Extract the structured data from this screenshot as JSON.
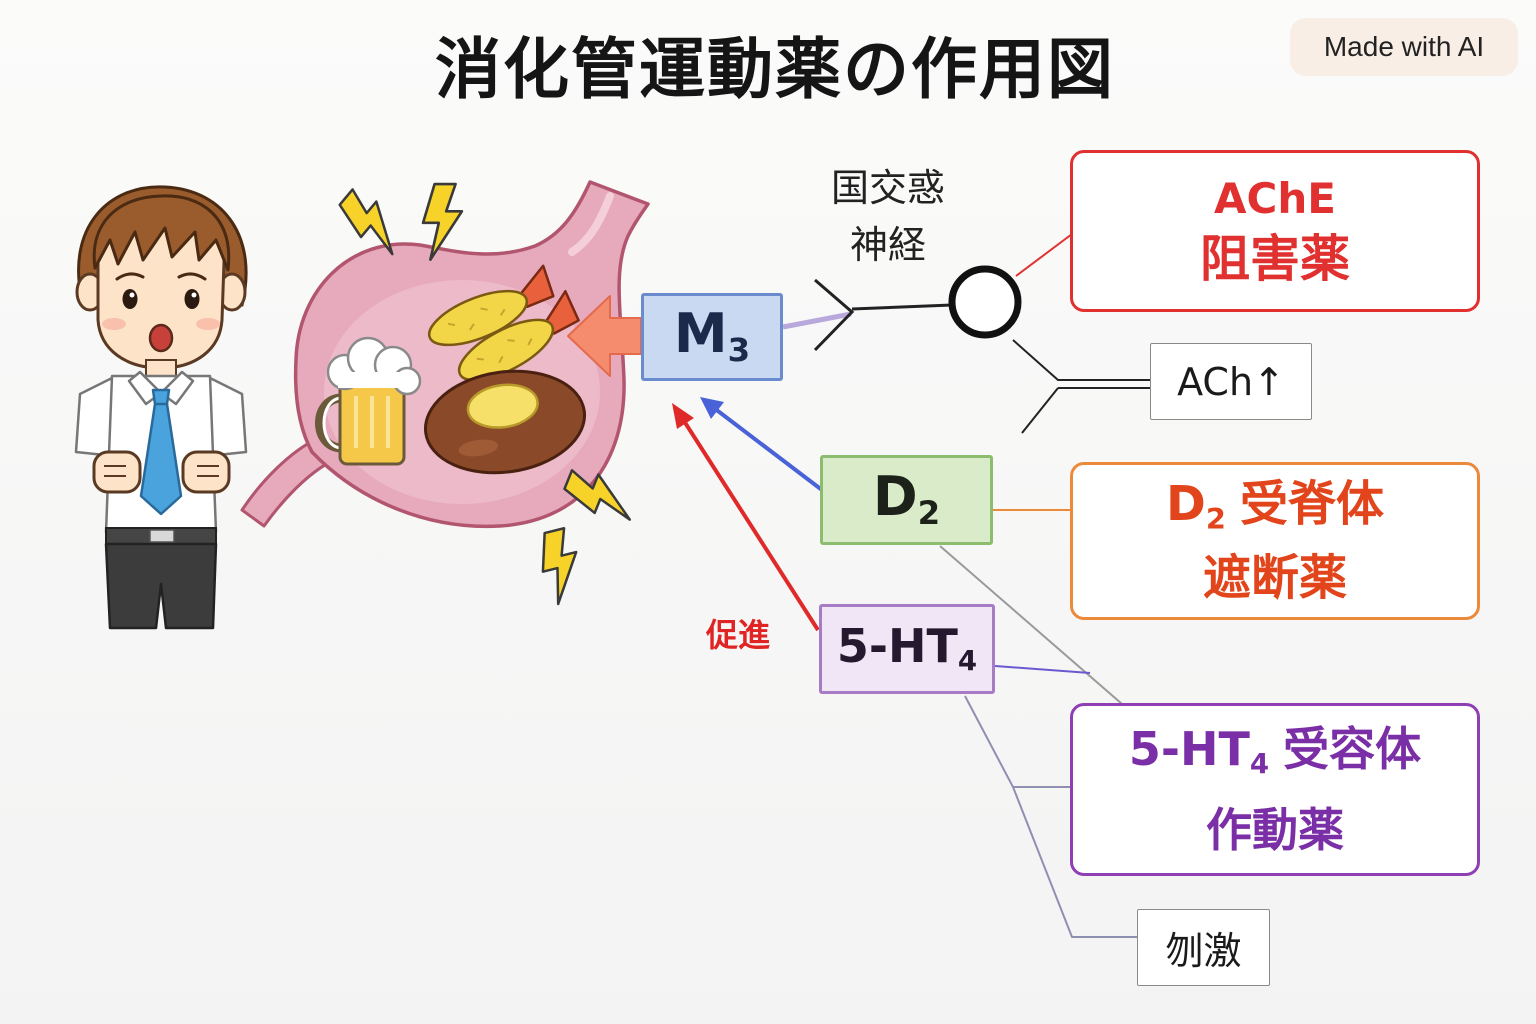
{
  "title": "消化管運動薬の作用図",
  "badge": "Made with AI",
  "nerve_label": {
    "line1": "国交惑",
    "line2": "神経"
  },
  "promote_label": "促進",
  "receptors": {
    "m3": {
      "symbol": "M",
      "subscript": "3"
    },
    "d2": {
      "symbol": "D",
      "subscript": "2"
    },
    "ht4": {
      "symbol": "5-HT",
      "subscript": "4"
    }
  },
  "drugs": {
    "ache": {
      "line1": "AChE",
      "line2": "阻害薬"
    },
    "d2_blocker": {
      "symbol": "D",
      "subscript": "2",
      "receptor_word": "受脊体",
      "line2": "遮断薬"
    },
    "ht4_agonist": {
      "symbol": "5-HT",
      "subscript": "4",
      "receptor_word": "受容体",
      "line2": "作動薬"
    }
  },
  "effects": {
    "ach": "ACh↑",
    "stimulus": "刎激"
  },
  "icons": [
    "boy-illustration",
    "stomach-illustration",
    "beer-mug-icon",
    "fried-shrimp-icon",
    "hamburg-steak-icon",
    "lightning-bolt-icon",
    "nerve-ending-circle",
    "big-left-arrow-icon"
  ],
  "colors": {
    "ache_red": "#e0302f",
    "d2_orange": "#ec8a3c",
    "d2_text": "#e2451c",
    "ht4_purple": "#7b2fa6",
    "ht4_border": "#8d3fb3",
    "m3_fill": "#c9d9f2",
    "m3_border": "#6b8bcf",
    "d2_fill": "#d9ebc9",
    "d2_border": "#8cbc6d",
    "ht4_fill": "#f1e6f6",
    "ht4_box_border": "#a77cc4",
    "arrow_blue": "#4a62d8",
    "arrow_red": "#e02a2a",
    "promote_red": "#e02424",
    "big_arrow": "#f58c6e"
  }
}
